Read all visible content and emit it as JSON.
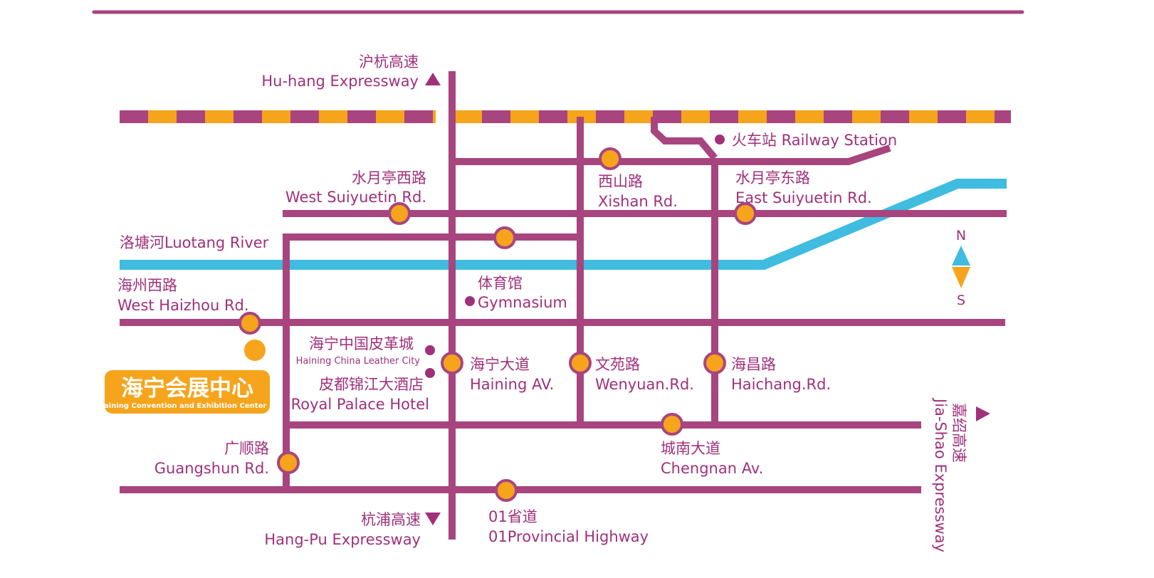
{
  "expressways": {
    "north": {
      "cn": "沪杭高速",
      "en": "Hu-hang Expressway"
    },
    "south": {
      "cn": "杭浦高速",
      "en": "Hang-Pu Expressway"
    },
    "east": {
      "cn": "嘉绍高速",
      "en": "Jia-Shao Expressway"
    }
  },
  "railway_station": {
    "label": "火车站 Railway Station"
  },
  "roads": {
    "west_suiyuetin": {
      "cn": "水月亭西路",
      "en": "West Suiyuetin Rd."
    },
    "xishan": {
      "cn": "西山路",
      "en": "Xishan Rd."
    },
    "east_suiyuetin": {
      "cn": "水月亭东路",
      "en": "East Suiyuetin Rd."
    },
    "west_haizhou": {
      "cn": "海州西路",
      "en": "West Haizhou Rd."
    },
    "haining_av": {
      "cn": "海宁大道",
      "en": "Haining AV."
    },
    "wenyuan": {
      "cn": "文苑路",
      "en": "Wenyuan.Rd."
    },
    "haichang": {
      "cn": "海昌路",
      "en": "Haichang.Rd."
    },
    "guangshun": {
      "cn": "广顺路",
      "en": "Guangshun Rd."
    },
    "chengnan": {
      "cn": "城南大道",
      "en": "Chengnan Av."
    },
    "provincial": {
      "cn": "01省道",
      "en": "01Provincial Highway"
    }
  },
  "river": {
    "label": "洛塘河Luotang River"
  },
  "landmarks": {
    "gymnasium": {
      "cn": "体育馆",
      "en": "Gymnasium"
    },
    "leather_city": {
      "cn": "海宁中国皮革城",
      "en": "Haining China Leather City"
    },
    "royal_palace": {
      "cn": "皮都锦江大酒店",
      "en": "Royal Palace Hotel"
    }
  },
  "venue": {
    "cn": "海宁会展中心",
    "en": "Haining Convention and Exhibition Center"
  },
  "compass": {
    "north": "N",
    "south": "S"
  },
  "colors": {
    "road": "#a8457f",
    "text": "#a0307a",
    "accent": "#f5a41c",
    "river": "#3fbcdf",
    "background": "#ffffff"
  }
}
